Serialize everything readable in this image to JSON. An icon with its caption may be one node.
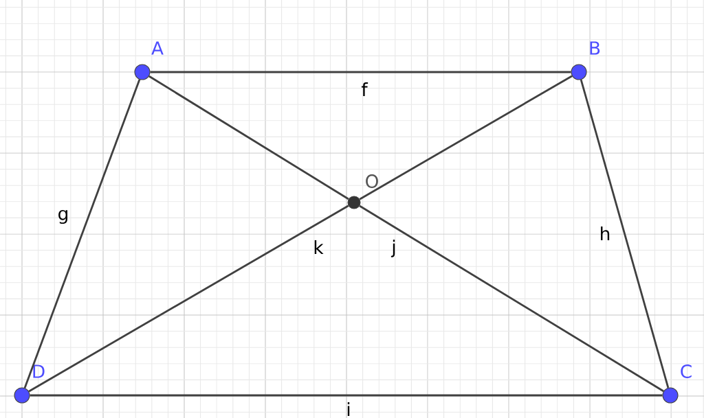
{
  "diagram": {
    "nodes": [
      {
        "text": [
          "A"
        ]
      },
      {
        "text": [
          "B"
        ]
      },
      {
        "text": [
          "C"
        ]
      },
      {
        "text": [
          "D"
        ]
      },
      {
        "text": [
          "O"
        ]
      }
    ],
    "edges": [
      {
        "from": 0,
        "to": 1,
        "arrow": "none",
        "label": "f"
      },
      {
        "from": 0,
        "to": 3,
        "arrow": "none",
        "label": "g"
      },
      {
        "from": 1,
        "to": 2,
        "arrow": "none",
        "label": "h"
      },
      {
        "from": 3,
        "to": 2,
        "arrow": "none",
        "label": "i"
      },
      {
        "from": 0,
        "to": 4,
        "arrow": "none"
      },
      {
        "from": 4,
        "to": 2,
        "arrow": "none",
        "label": "j"
      },
      {
        "from": 1,
        "to": 4,
        "arrow": "none"
      },
      {
        "from": 4,
        "to": 3,
        "arrow": "none",
        "label": "k"
      }
    ]
  }
}
